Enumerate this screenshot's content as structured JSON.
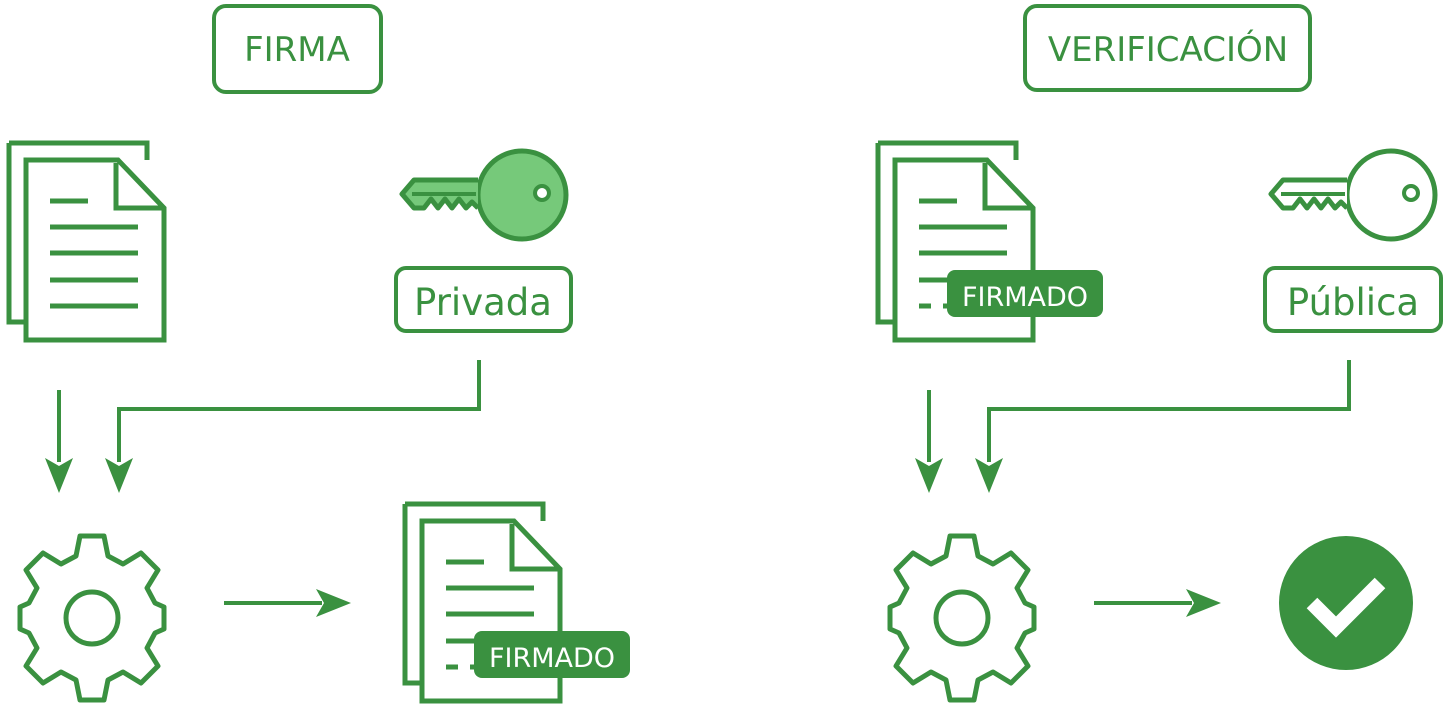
{
  "colors": {
    "stroke": "#3a9140",
    "fill_dark": "#3a9140",
    "key_fill": "#76c97a",
    "background": "#ffffff"
  },
  "sections": [
    {
      "title": "FIRMA",
      "key_label": "Privada",
      "output_badge": "FIRMADO",
      "icons": [
        "document-icon",
        "private-key-icon",
        "gear-icon",
        "signed-document-icon"
      ]
    },
    {
      "title": "VERIFICACIÓN",
      "input_badge": "FIRMADO",
      "key_label": "Pública",
      "icons": [
        "signed-document-icon",
        "public-key-icon",
        "gear-icon",
        "check-circle-icon"
      ]
    }
  ]
}
